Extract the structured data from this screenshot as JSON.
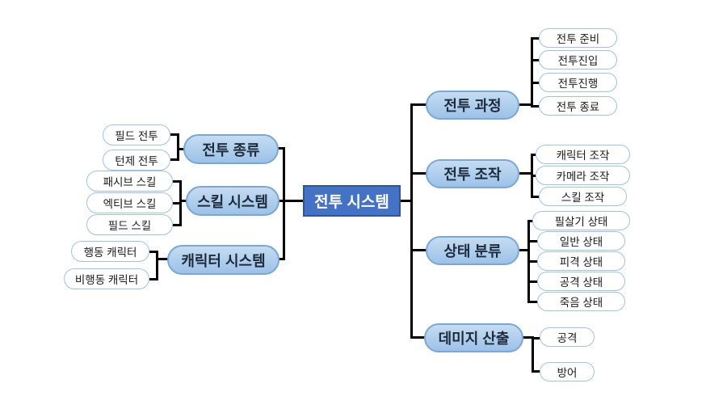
{
  "root": {
    "label": "전투 시스템"
  },
  "left_branches": [
    {
      "label": "전투 종류",
      "children": [
        "필드 전투",
        "턴제 전투"
      ]
    },
    {
      "label": "스킬 시스템",
      "children": [
        "패시브 스킬",
        "엑티브 스킬",
        "필드 스킬"
      ]
    },
    {
      "label": "캐릭터 시스템",
      "children": [
        "행동 캐릭터",
        "비행동 캐릭터"
      ]
    }
  ],
  "right_branches": [
    {
      "label": "전투 과정",
      "children": [
        "전투 준비",
        "전투진입",
        "전투진행",
        "전투 종료"
      ]
    },
    {
      "label": "전투 조작",
      "children": [
        "캐릭터 조작",
        "카메라 조작",
        "스킬 조작"
      ]
    },
    {
      "label": "상태 분류",
      "children": [
        "필살기 상태",
        "일반 상태",
        "피격 상태",
        "공격 상태",
        "죽음 상태"
      ]
    },
    {
      "label": "데미지 산출",
      "children": [
        "공격",
        "방어"
      ]
    }
  ],
  "colors": {
    "background": "#FFFFFF",
    "root_fill": "#4472C4",
    "root_border": "#2E5597",
    "root_text": "#FFFFFF",
    "branch_fill_top": "#C5DCF1",
    "branch_fill_bottom": "#9CC2E8",
    "branch_border": "#79A8D8",
    "branch_text": "#1E2B3C",
    "leaf_fill": "#FFFFFF",
    "leaf_border": "#9DC3E6",
    "leaf_text": "#1A1A1A",
    "connector": "#000000"
  }
}
